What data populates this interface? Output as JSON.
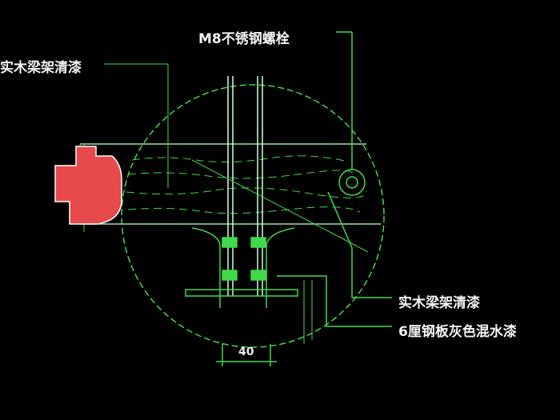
{
  "labels": {
    "bolt": "M8不锈钢螺栓",
    "beam_top_left": "实木梁架清漆",
    "beam_right": "实木梁架清漆",
    "steel_plate": "6厘钢板灰色混水漆"
  },
  "dimension": "40",
  "colors": {
    "line": "#3fd94a",
    "text": "#f4f4f4",
    "logo": "#e64a4a",
    "background": "#000000"
  }
}
